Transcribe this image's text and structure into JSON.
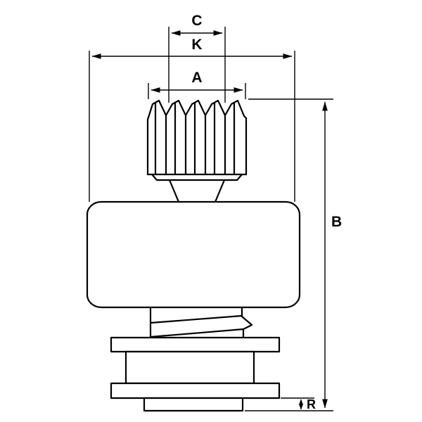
{
  "diagram": {
    "type": "technical-dimension-drawing",
    "subject": "starter-drive-pinion-gear",
    "dimension_labels": {
      "c": "C",
      "k": "K",
      "a": "A",
      "b": "B",
      "r": "R"
    },
    "colors": {
      "line": "#000000",
      "background": "#ffffff"
    }
  }
}
